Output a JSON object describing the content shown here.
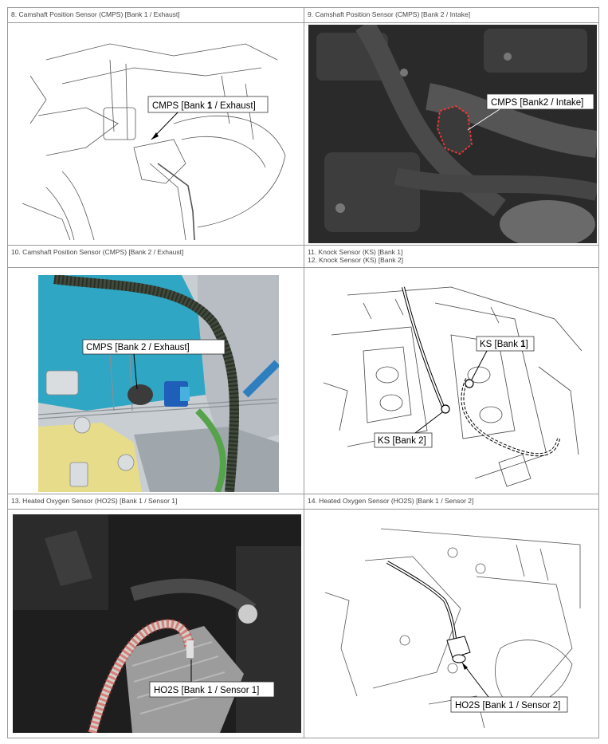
{
  "panels": [
    {
      "title": "8. Camshaft Position Sensor (CMPS) [Bank 1 / Exhaust]",
      "label_pre": "CMPS [Bank ",
      "label_bold": "1",
      "label_post": " / Exhaust]"
    },
    {
      "title": "9. Camshaft Position Sensor (CMPS) [Bank 2 / Intake]",
      "label": "CMPS [Bank2 / Intake]"
    },
    {
      "title": "10. Camshaft Position Sensor (CMPS) [Bank 2 / Exhaust]",
      "label": "CMPS [Bank 2 / Exhaust]"
    },
    {
      "title_lines": [
        "11. Knock Sensor (KS) [Bank 1]",
        "12. Knock Sensor (KS) [Bank 2]"
      ],
      "label_a_pre": "KS [Bank ",
      "label_a_bold": "1",
      "label_a_post": "]",
      "label_b": "KS [Bank 2]"
    },
    {
      "title": "13. Heated Oxygen Sensor (HO2S) [Bank 1 / Sensor 1]",
      "label": "HO2S [Bank 1 / Sensor 1]"
    },
    {
      "title": "14. Heated Oxygen Sensor (HO2S) [Bank 1 / Sensor 2]",
      "label": "HO2S [Bank 1 / Sensor 2]"
    }
  ]
}
